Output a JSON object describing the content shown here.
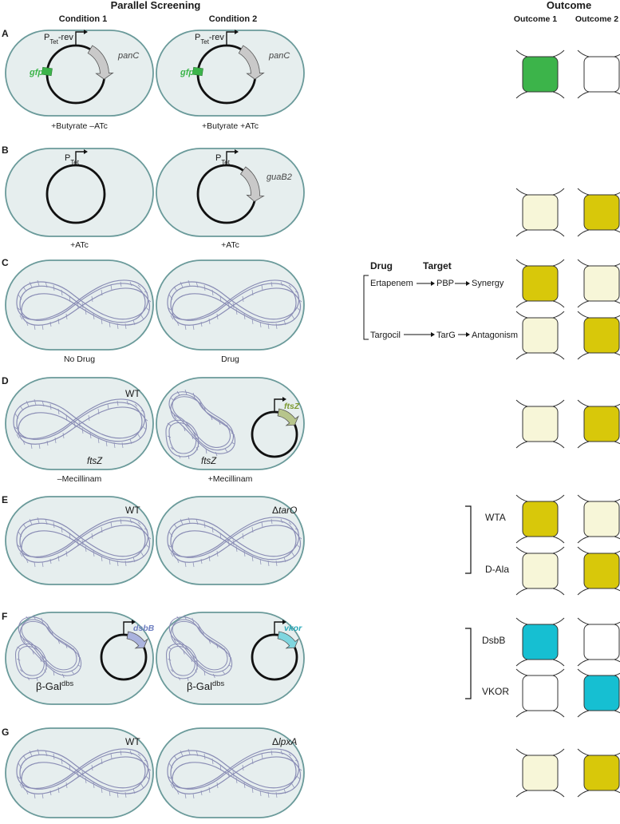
{
  "header": {
    "title": "Parallel Screening",
    "col1": "Condition 1",
    "col2": "Condition 2",
    "outcome": "Outcome",
    "outcome1": "Outcome 1",
    "outcome2": "Outcome 2"
  },
  "colors": {
    "cell_fill": "#e6eeee",
    "cell_stroke": "#6a9a9a",
    "green": "#3cb44a",
    "yellow": "#d8c80a",
    "pale": "#f7f6d8",
    "cyan": "#16bfd2",
    "white": "#ffffff",
    "dna": "#8a8db5",
    "gene_grey": "#c9c9c9",
    "gfp_text": "#3cb44a",
    "ftsZ_text": "#7c9a32",
    "dsbB_text": "#6d7ec0",
    "vkor_text": "#27a8b8"
  },
  "panels": [
    {
      "letter": "A",
      "cap1": "+Butyrate –ATc",
      "cap2": "+Butyrate +ATc",
      "promoter_main": "P",
      "promoter_sub": "Tet",
      "promoter_suffix": "-rev",
      "gene1": "gfp",
      "gene2": "panC",
      "outcomes": [
        [
          "green",
          "white"
        ]
      ]
    },
    {
      "letter": "B",
      "cap1": "+ATc",
      "cap2": "+ATc",
      "promoter_main": "P",
      "promoter_sub": "Tet",
      "gene": "guaB2",
      "outcomes": [
        [
          "pale",
          "yellow"
        ]
      ]
    },
    {
      "letter": "C",
      "cap1": "No Drug",
      "cap2": "Drug",
      "side": {
        "h1": "Drug",
        "h2": "Target",
        "rows": [
          {
            "drug": "Ertapenem",
            "target": "PBP",
            "effect": "Synergy"
          },
          {
            "drug": "Targocil",
            "target": "TarG",
            "effect": "Antagonism"
          }
        ]
      },
      "outcomes": [
        [
          "yellow",
          "pale"
        ],
        [
          "pale",
          "yellow"
        ]
      ]
    },
    {
      "letter": "D",
      "cap1": "–Mecillinam",
      "cap2": "+Mecillinam",
      "label_wt": "WT",
      "gene": "ftsZ",
      "outcomes": [
        [
          "pale",
          "yellow"
        ]
      ]
    },
    {
      "letter": "E",
      "label1": "WT",
      "label2_delta": "Δ",
      "label2_gene": "tarO",
      "side": {
        "items": [
          "WTA",
          "D-Ala"
        ]
      },
      "outcomes": [
        [
          "yellow",
          "pale"
        ],
        [
          "pale",
          "yellow"
        ]
      ]
    },
    {
      "letter": "F",
      "reporter_main": "β-Gal",
      "reporter_sup": "dbs",
      "gene1": "dsbB",
      "gene2": "vkor",
      "side": {
        "items": [
          "DsbB",
          "VKOR"
        ]
      },
      "outcomes": [
        [
          "cyan",
          "white"
        ],
        [
          "white",
          "cyan"
        ]
      ]
    },
    {
      "letter": "G",
      "label1": "WT",
      "label2_delta": "Δ",
      "label2_gene": "lpxA",
      "outcomes": [
        [
          "pale",
          "yellow"
        ]
      ]
    }
  ]
}
